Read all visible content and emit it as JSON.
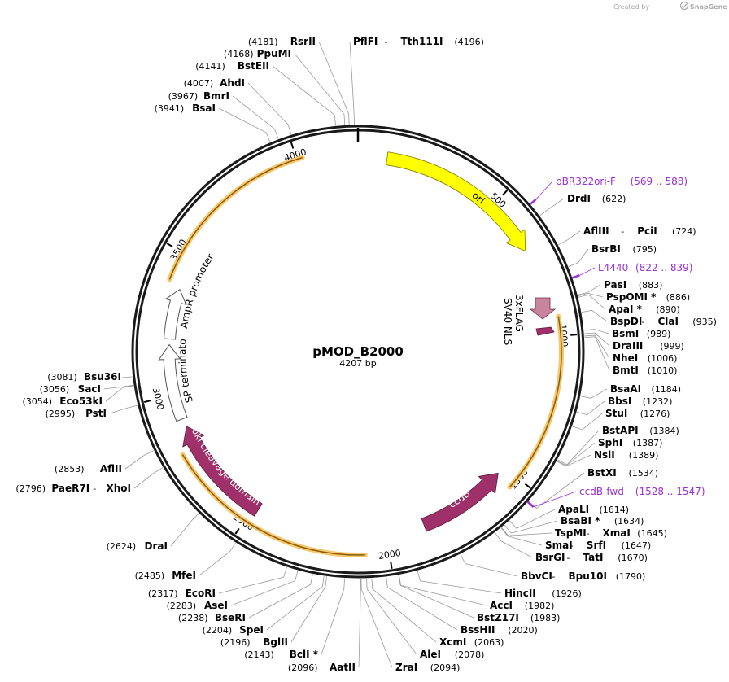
{
  "credit": "Created by",
  "brand": "SnapGene",
  "plasmid": {
    "name": "pMOD_B2000",
    "length_label": "4207 bp",
    "length": 4207
  },
  "colors": {
    "ori": "#ffff00",
    "ccdB": "#a0306a",
    "flag": "#c8839d",
    "primer": "#9b30d9",
    "orf": "#e0a030"
  },
  "ticks": [
    {
      "label": "500",
      "pos": 500
    },
    {
      "label": "1000",
      "pos": 1000
    },
    {
      "label": "1500",
      "pos": 1500
    },
    {
      "label": "2000",
      "pos": 2000
    },
    {
      "label": "2500",
      "pos": 2500
    },
    {
      "label": "3000",
      "pos": 3000
    },
    {
      "label": "3500",
      "pos": 3500
    },
    {
      "label": "4000",
      "pos": 4000
    }
  ],
  "features": {
    "ori": "ori",
    "flag": "3xFLAG",
    "nls": "SV40 NLS",
    "ccdb": "ccdB",
    "foki": "FokI cleavage domain",
    "hsp": "HSP terminator",
    "ampr": "AmpR promoter"
  },
  "sites": [
    {
      "name": "PflFI",
      "sep": " - ",
      "name2": "Tth111I",
      "pos": "(4196)",
      "bp": 4196
    },
    {
      "name": "RsrII",
      "pos": "(4181)",
      "bp": 4181
    },
    {
      "name": "PpuMI",
      "pos": "(4168)",
      "bp": 4168
    },
    {
      "name": "BstEII",
      "pos": "(4141)",
      "bp": 4141
    },
    {
      "name": "AhdI",
      "pos": "(4007)",
      "bp": 4007
    },
    {
      "name": "BmrI",
      "pos": "(3967)",
      "bp": 3967
    },
    {
      "name": "BsaI",
      "pos": "(3941)",
      "bp": 3941
    },
    {
      "name": "DrdI",
      "pos": "(622)",
      "bp": 622
    },
    {
      "name": "AflIII",
      "sep": " - ",
      "name2": "PciI",
      "pos": "(724)",
      "bp": 724
    },
    {
      "name": "BsrBI",
      "pos": "(795)",
      "bp": 795
    },
    {
      "name": "PasI",
      "pos": "(883)",
      "bp": 883
    },
    {
      "name": "PspOMI *",
      "pos": "(886)",
      "bp": 886
    },
    {
      "name": "ApaI *",
      "pos": "(890)",
      "bp": 890
    },
    {
      "name": "BspDI",
      "sep": " - ",
      "name2": "ClaI",
      "pos": "(935)",
      "bp": 935
    },
    {
      "name": "BsmI",
      "pos": "(989)",
      "bp": 989
    },
    {
      "name": "DraIII",
      "pos": "(999)",
      "bp": 999
    },
    {
      "name": "NheI",
      "pos": "(1006)",
      "bp": 1006
    },
    {
      "name": "BmtI",
      "pos": "(1010)",
      "bp": 1010
    },
    {
      "name": "BsaAI",
      "pos": "(1184)",
      "bp": 1184
    },
    {
      "name": "BbsI",
      "pos": "(1232)",
      "bp": 1232
    },
    {
      "name": "StuI",
      "pos": "(1276)",
      "bp": 1276
    },
    {
      "name": "BstAPI",
      "pos": "(1384)",
      "bp": 1384
    },
    {
      "name": "SphI",
      "pos": "(1387)",
      "bp": 1387
    },
    {
      "name": "NsiI",
      "pos": "(1389)",
      "bp": 1389
    },
    {
      "name": "BstXI",
      "pos": "(1534)",
      "bp": 1534
    },
    {
      "name": "ApaLI",
      "pos": "(1614)",
      "bp": 1614
    },
    {
      "name": "BsaBI *",
      "pos": "(1634)",
      "bp": 1634
    },
    {
      "name": "TspMI",
      "sep": " - ",
      "name2": "XmaI",
      "pos": "(1645)",
      "bp": 1645
    },
    {
      "name": "SmaI",
      "sep": " - ",
      "name2": "SrfI",
      "pos": "(1647)",
      "bp": 1647
    },
    {
      "name": "BsrGI",
      "sep": " - ",
      "name2": "TatI",
      "pos": "(1670)",
      "bp": 1670
    },
    {
      "name": "BbvCI",
      "sep": " - ",
      "name2": "Bpu10I",
      "pos": "(1790)",
      "bp": 1790
    },
    {
      "name": "HincII",
      "pos": "(1926)",
      "bp": 1926
    },
    {
      "name": "AccI",
      "pos": "(1982)",
      "bp": 1982
    },
    {
      "name": "BstZ17I",
      "pos": "(1983)",
      "bp": 1983
    },
    {
      "name": "BssHII",
      "pos": "(2020)",
      "bp": 2020
    },
    {
      "name": "XcmI",
      "pos": "(2063)",
      "bp": 2063
    },
    {
      "name": "AleI",
      "pos": "(2078)",
      "bp": 2078
    },
    {
      "name": "ZraI",
      "pos": "(2094)",
      "bp": 2094
    },
    {
      "name": "AatII",
      "pos": "(2096)",
      "bp": 2096
    },
    {
      "name": "BclI *",
      "pos": "(2143)",
      "bp": 2143
    },
    {
      "name": "BglII",
      "pos": "(2196)",
      "bp": 2196
    },
    {
      "name": "SpeI",
      "pos": "(2204)",
      "bp": 2204
    },
    {
      "name": "BseRI",
      "pos": "(2238)",
      "bp": 2238
    },
    {
      "name": "AseI",
      "pos": "(2283)",
      "bp": 2283
    },
    {
      "name": "EcoRI",
      "pos": "(2317)",
      "bp": 2317
    },
    {
      "name": "MfeI",
      "pos": "(2485)",
      "bp": 2485
    },
    {
      "name": "DraI",
      "pos": "(2624)",
      "bp": 2624
    },
    {
      "name": "PaeR7I",
      "sep": " - ",
      "name2": "XhoI",
      "pos": "(2796)",
      "bp": 2796
    },
    {
      "name": "AflII",
      "pos": "(2853)",
      "bp": 2853
    },
    {
      "name": "PstI",
      "pos": "(2995)",
      "bp": 2995
    },
    {
      "name": "Eco53kI",
      "pos": "(3054)",
      "bp": 3054
    },
    {
      "name": "SacI",
      "pos": "(3056)",
      "bp": 3056
    },
    {
      "name": "Bsu36I",
      "pos": "(3081)",
      "bp": 3081
    }
  ],
  "primers": [
    {
      "name": "pBR322ori-F",
      "pos": "(569 .. 588)",
      "bp": 578
    },
    {
      "name": "L4440",
      "pos": "(822 .. 839)",
      "bp": 830
    },
    {
      "name": "ccdB-fwd",
      "pos": "(1528 .. 1547)",
      "bp": 1537
    }
  ]
}
